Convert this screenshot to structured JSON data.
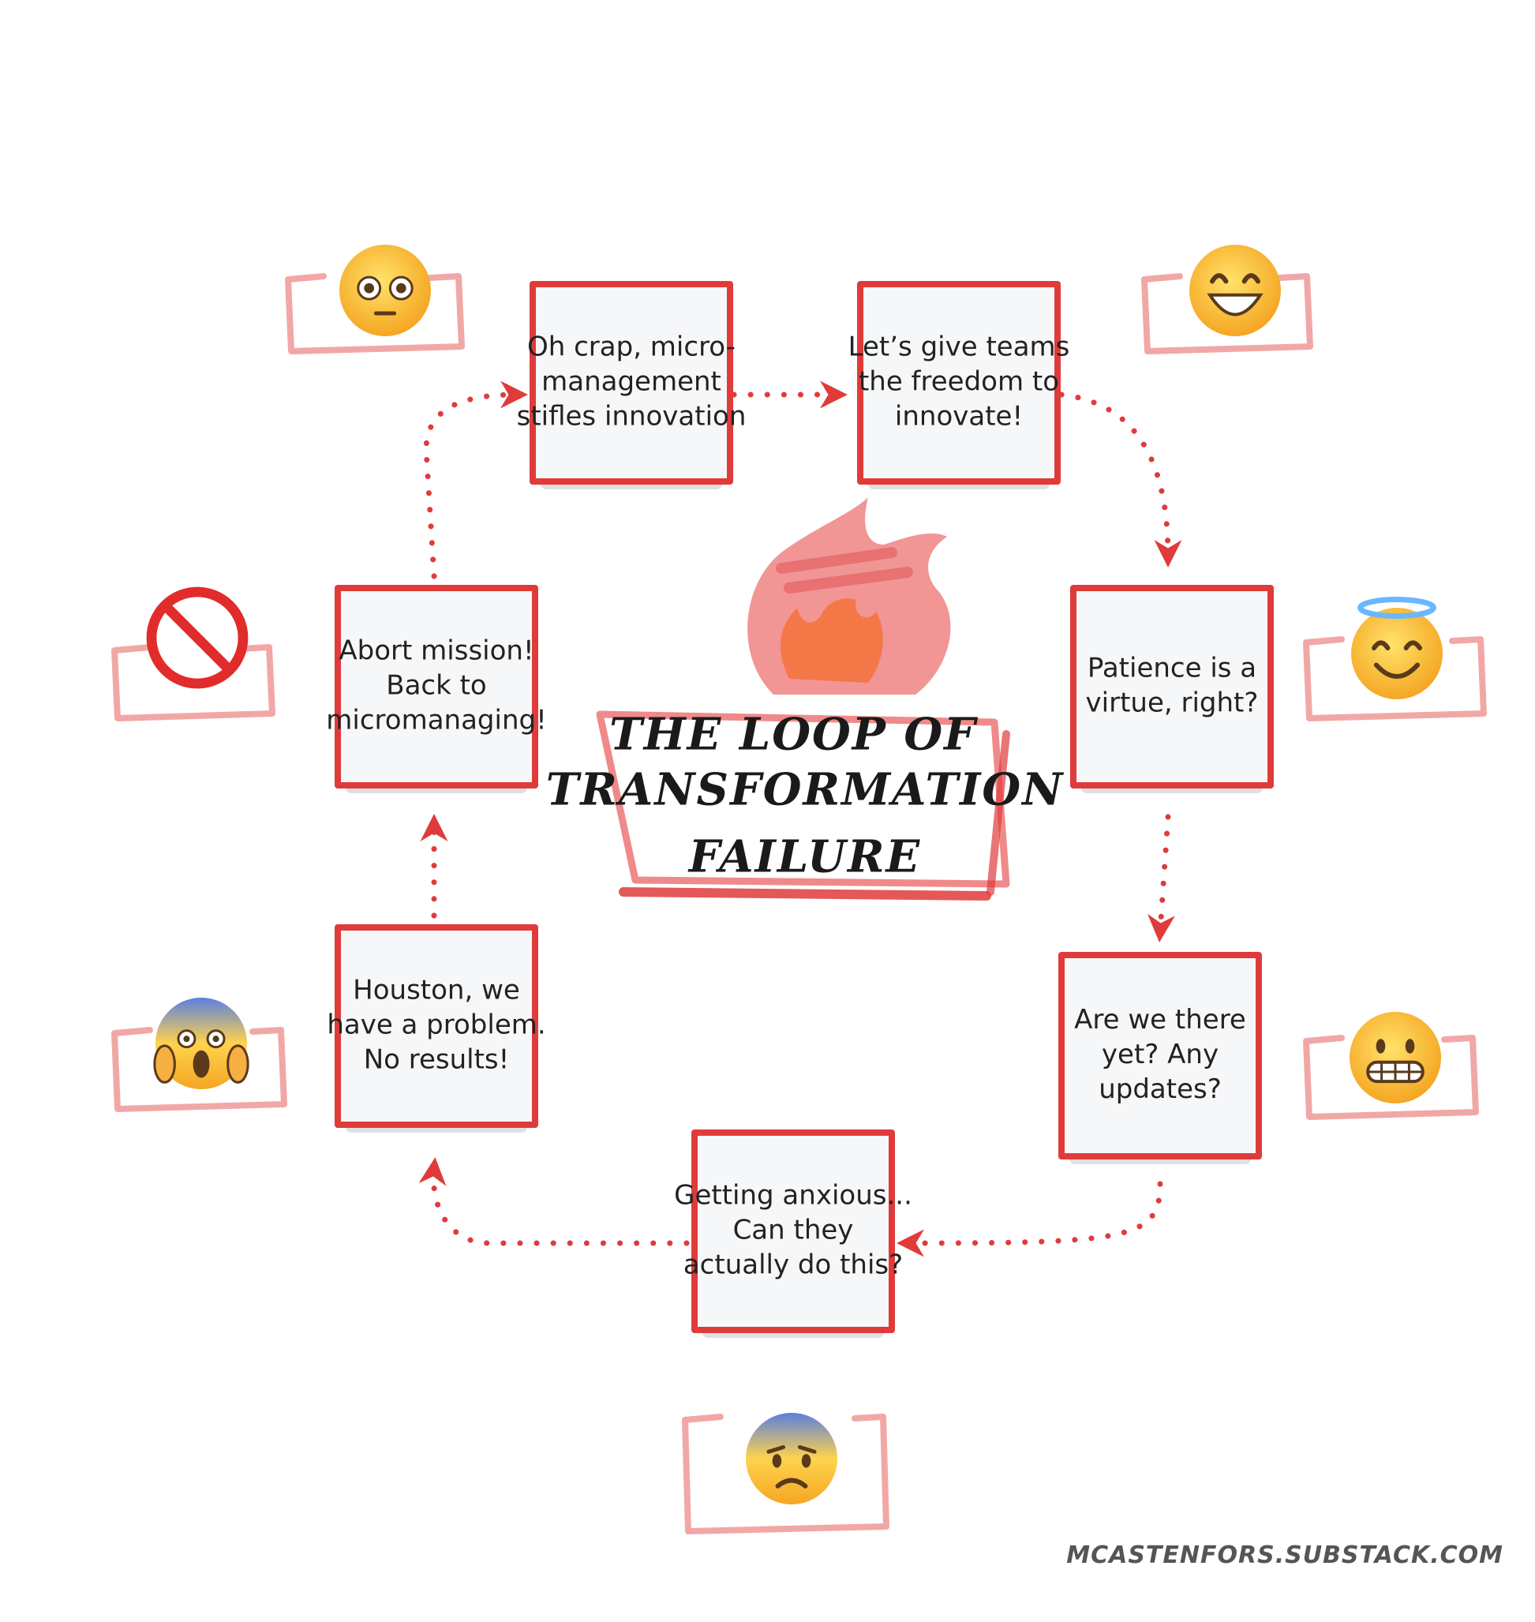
{
  "title": {
    "lines": [
      "THE LOOP OF",
      "TRANSFORMATION",
      "FAILURE"
    ]
  },
  "colors": {
    "card_border": "#e03b3b",
    "arrow": "#e03b3b",
    "bracket": "#f2a7a7",
    "card_fill": "#f6f7f9",
    "flame_outer": "#f08a8a",
    "flame_inner": "#f5723a"
  },
  "steps": [
    {
      "lines": [
        "Oh crap, micro-",
        "management",
        "stifles innovation"
      ],
      "emotion_icon": "flushed-face-icon"
    },
    {
      "lines": [
        "Let’s give teams",
        "the freedom to",
        "innovate!"
      ],
      "emotion_icon": "grinning-face-icon"
    },
    {
      "lines": [
        "Patience is a",
        "virtue, right?"
      ],
      "emotion_icon": "smiling-face-with-halo-icon"
    },
    {
      "lines": [
        "Are we there",
        "yet? Any",
        "updates?"
      ],
      "emotion_icon": "grimacing-face-icon"
    },
    {
      "lines": [
        "Getting anxious...",
        "Can they",
        "actually do this?"
      ],
      "emotion_icon": "anxious-face-icon"
    },
    {
      "lines": [
        "Houston, we",
        "have a problem.",
        "No results!"
      ],
      "emotion_icon": "screaming-face-icon"
    },
    {
      "lines": [
        "Abort mission!",
        "Back to",
        "micromanaging!"
      ],
      "emotion_icon": "prohibited-icon"
    }
  ],
  "footer": "MCASTENFORS.SUBSTACK.COM"
}
